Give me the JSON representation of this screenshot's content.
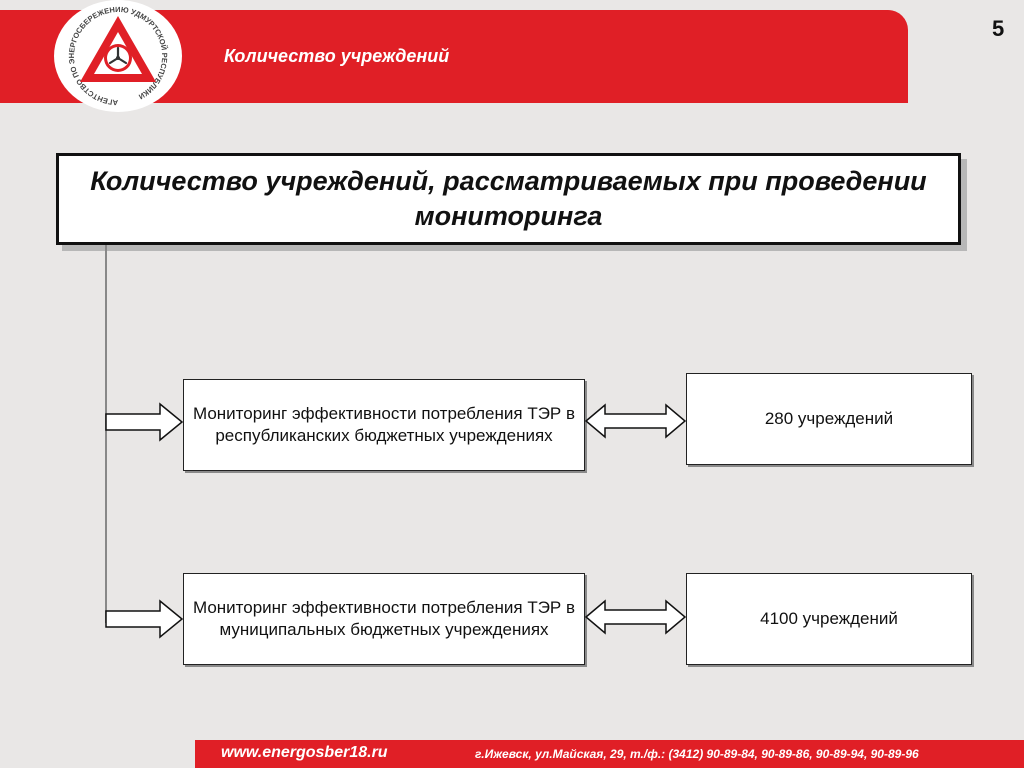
{
  "header": {
    "title": "Количество учреждений",
    "page_number": "5",
    "logo_text": "АГЕНТСТВО ПО ЭНЕРГОСБЕРЕЖЕНИЮ УДМУРТСКОЙ РЕСПУБЛИКИ"
  },
  "diagram": {
    "title": "Количество учреждений, рассматриваемых при проведении мониторинга",
    "nodes": [
      {
        "label": "Мониторинг эффективности потребления ТЭР в республиканских бюджетных учреждениях",
        "value": "280 учреждений"
      },
      {
        "label": "Мониторинг эффективности потребления ТЭР в муниципальных бюджетных учреждениях",
        "value": "4100 учреждений"
      }
    ]
  },
  "footer": {
    "site": "www.energosber18.ru",
    "address": "г.Ижевск, ул.Майская, 29, т./ф.: (3412) 90-89-84, 90-89-86, 90-89-94, 90-89-96"
  },
  "colors": {
    "brand_red": "#e01f26",
    "background": "#e9e7e6"
  }
}
